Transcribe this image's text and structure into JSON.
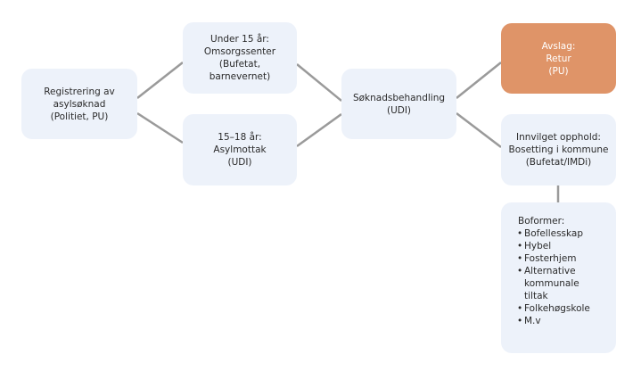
{
  "diagram": {
    "colors": {
      "node_fill": "#edf2fa",
      "accent_fill": "#df9468",
      "connector": "#9a9a9a",
      "text": "#2a2a2a",
      "accent_text": "#ffffff"
    },
    "nodes": {
      "registrering": {
        "lines": [
          "Registrering av",
          "asylsøknad",
          "(Politiet, PU)"
        ]
      },
      "under15": {
        "lines": [
          "Under 15 år:",
          "Omsorgssenter",
          "(Bufetat,",
          "barnevernet)"
        ]
      },
      "age15_18": {
        "lines": [
          "15–18 år:",
          "Asylmottak",
          "(UDI)"
        ]
      },
      "soknad": {
        "lines": [
          "Søknadsbehandling",
          "(UDI)"
        ]
      },
      "avslag": {
        "lines": [
          "Avslag:",
          "Retur",
          "(PU)"
        ]
      },
      "innvilget": {
        "lines": [
          "Innvilget opphold:",
          "Bosetting i kommune",
          "(Bufetat/IMDi)"
        ]
      },
      "boformer": {
        "title": "Boformer:",
        "items": [
          {
            "lines": [
              "Bofellesskap"
            ]
          },
          {
            "lines": [
              "Hybel"
            ]
          },
          {
            "lines": [
              "Fosterhjem"
            ]
          },
          {
            "lines": [
              "Alternative",
              "kommunale",
              "tiltak"
            ]
          },
          {
            "lines": [
              "Folkehøgskole"
            ]
          },
          {
            "lines": [
              "M.v"
            ]
          }
        ]
      }
    },
    "edges": [
      {
        "from": "registrering",
        "to": "under15"
      },
      {
        "from": "registrering",
        "to": "age15_18"
      },
      {
        "from": "under15",
        "to": "soknad"
      },
      {
        "from": "age15_18",
        "to": "soknad"
      },
      {
        "from": "soknad",
        "to": "avslag"
      },
      {
        "from": "soknad",
        "to": "innvilget"
      },
      {
        "from": "innvilget",
        "to": "boformer"
      }
    ]
  }
}
